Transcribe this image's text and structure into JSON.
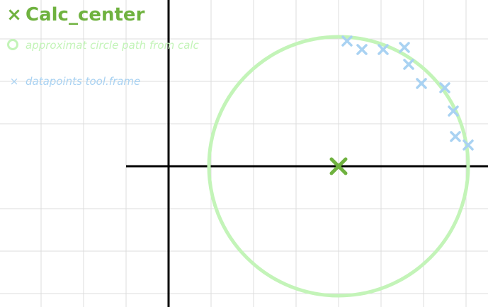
{
  "colors": {
    "center": "#6fb23f",
    "circle": "#c3f4b8",
    "datapoints": "#a9d2f2",
    "grid": "#dcdcdc",
    "axis": "#000000"
  },
  "legend": [
    {
      "symbol": "x-mark",
      "label": "Calc_center"
    },
    {
      "symbol": "circle-ring",
      "label": "approximat circle path from calc"
    },
    {
      "symbol": "x-mark",
      "label": "datapoints tool.frame"
    }
  ],
  "chart_data": {
    "type": "scatter",
    "grid": true,
    "xlim": [
      -3.9,
      7.6
    ],
    "ylim": [
      -3.3,
      3.95
    ],
    "center": {
      "x": 4,
      "y": 0
    },
    "circle_radius": 3.05,
    "datapoints": [
      {
        "x": 4.2,
        "y": 2.95
      },
      {
        "x": 4.55,
        "y": 2.75
      },
      {
        "x": 5.05,
        "y": 2.75
      },
      {
        "x": 5.55,
        "y": 2.8
      },
      {
        "x": 5.65,
        "y": 2.4
      },
      {
        "x": 5.95,
        "y": 1.95
      },
      {
        "x": 6.5,
        "y": 1.85
      },
      {
        "x": 6.7,
        "y": 1.3
      },
      {
        "x": 6.75,
        "y": 0.7
      },
      {
        "x": 7.05,
        "y": 0.5
      }
    ]
  }
}
